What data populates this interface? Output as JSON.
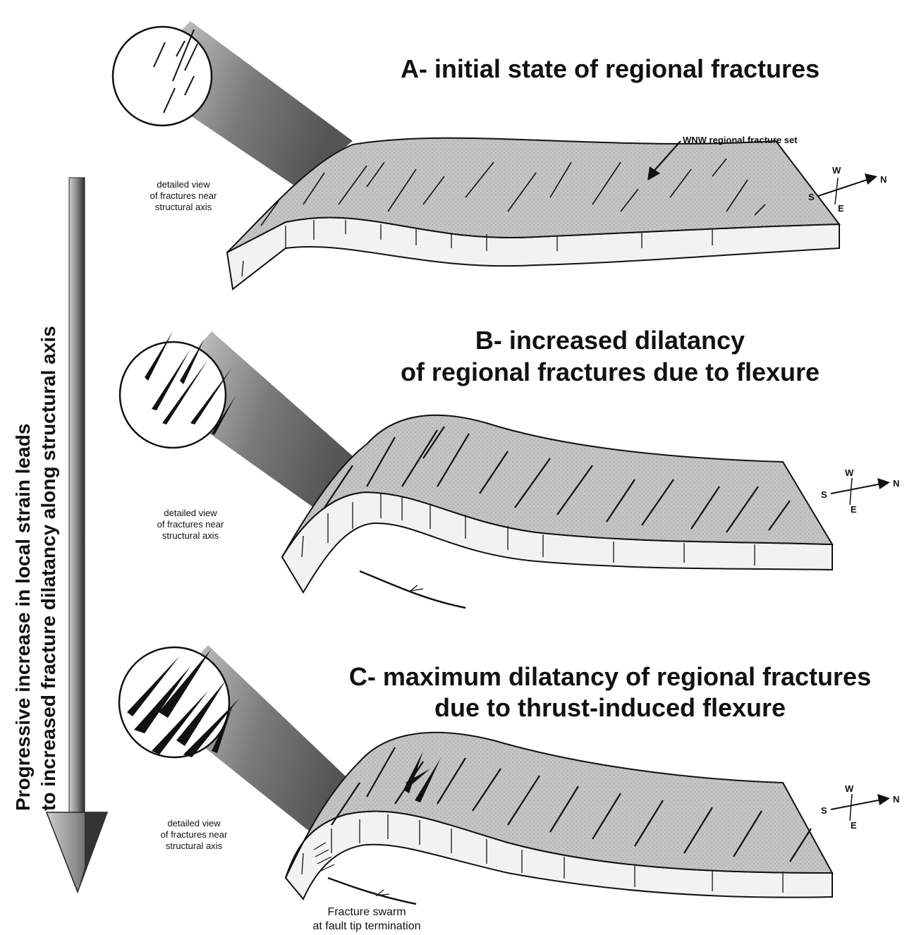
{
  "side_text": {
    "line1": "Progressive increase in local strain leads",
    "line2": "to increased fracture dilatancy along structural axis"
  },
  "panels": [
    {
      "id": "A",
      "title_lines": [
        "A- initial state of regional fractures"
      ],
      "inset_label": [
        "detailed view",
        "of fractures near",
        "structural axis"
      ],
      "callout": "WNW regional fracture set",
      "compass": {
        "w": "W",
        "s": "S",
        "e": "E",
        "n": "N"
      }
    },
    {
      "id": "B",
      "title_lines": [
        "B- increased dilatancy",
        "of regional fractures due to flexure"
      ],
      "inset_label": [
        "detailed view",
        "of fractures near",
        "structural axis"
      ],
      "compass": {
        "w": "W",
        "s": "S",
        "e": "E",
        "n": "N"
      }
    },
    {
      "id": "C",
      "title_lines": [
        "C- maximum dilatancy of regional fractures",
        "due to thrust-induced flexure"
      ],
      "inset_label": [
        "detailed view",
        "of fractures near",
        "structural axis"
      ],
      "compass": {
        "w": "W",
        "s": "S",
        "e": "E",
        "n": "N"
      },
      "bottom_label": [
        "Fracture swarm",
        "at fault tip termination"
      ]
    }
  ]
}
